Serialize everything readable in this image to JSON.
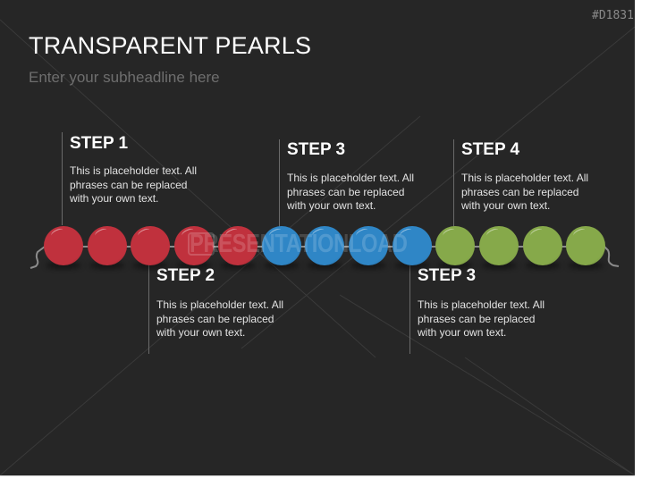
{
  "slide": {
    "code": "#D1831",
    "title": "TRANSPARENT PEARLS",
    "subtitle": "Enter your subheadline here",
    "watermark": "PRESENTATIONLOAD"
  },
  "steps": [
    {
      "label": "STEP 1",
      "text": "This is placeholder text. All phrases can be replaced with your own text.",
      "position": "top"
    },
    {
      "label": "STEP 2",
      "text": "This is placeholder text. All phrases can be replaced with your own text.",
      "position": "bottom"
    },
    {
      "label": "STEP 3",
      "text": "This is placeholder text. All phrases can be replaced with your own text.",
      "position": "top"
    },
    {
      "label": "STEP 3",
      "text": "This is placeholder text. All phrases can be replaced with your own text.",
      "position": "bottom"
    },
    {
      "label": "STEP 4",
      "text": "This is placeholder text. All phrases can be replaced with your own text.",
      "position": "top"
    }
  ],
  "pearls": {
    "count": 13,
    "groups": [
      {
        "color": "#c0313d",
        "count": 5
      },
      {
        "color": "#2f86c6",
        "count": 4
      },
      {
        "color": "#86a94a",
        "count": 4
      }
    ]
  },
  "colors": {
    "background": "#262626",
    "red": "#c0313d",
    "blue": "#2f86c6",
    "green": "#86a94a",
    "string": "#8c8c8c"
  }
}
